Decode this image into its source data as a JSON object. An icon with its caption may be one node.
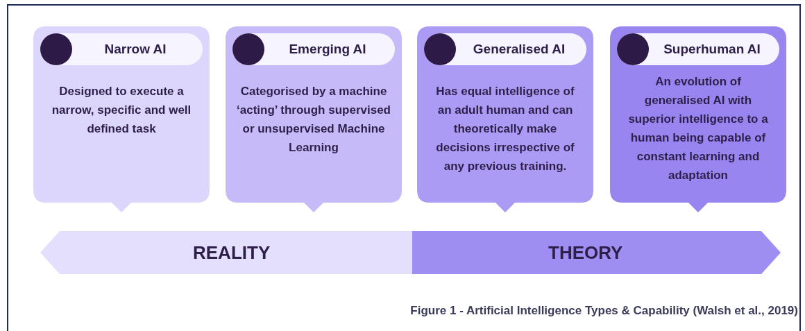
{
  "diagram": {
    "caption": "Figure 1 - Artificial Intelligence Types & Capability (Walsh et al., 2019)",
    "nodes": [
      {
        "text": [
          "Narrow AI",
          "Designed to execute a narrow, specific and well defined task"
        ]
      },
      {
        "text": [
          "Emerging AI",
          "Categorised by a machine ‘acting’ through supervised or unsupervised Machine Learning"
        ]
      },
      {
        "text": [
          "Generalised AI",
          "Has equal intelligence of an adult human and can theoretically make decisions irrespective of any previous training."
        ]
      },
      {
        "text": [
          "Superhuman AI",
          "An evolution of generalised AI with superior intelligence to a human being capable of constant learning and adaptation"
        ]
      },
      {
        "text": [
          "REALITY"
        ]
      },
      {
        "text": [
          "THEORY"
        ]
      }
    ]
  }
}
